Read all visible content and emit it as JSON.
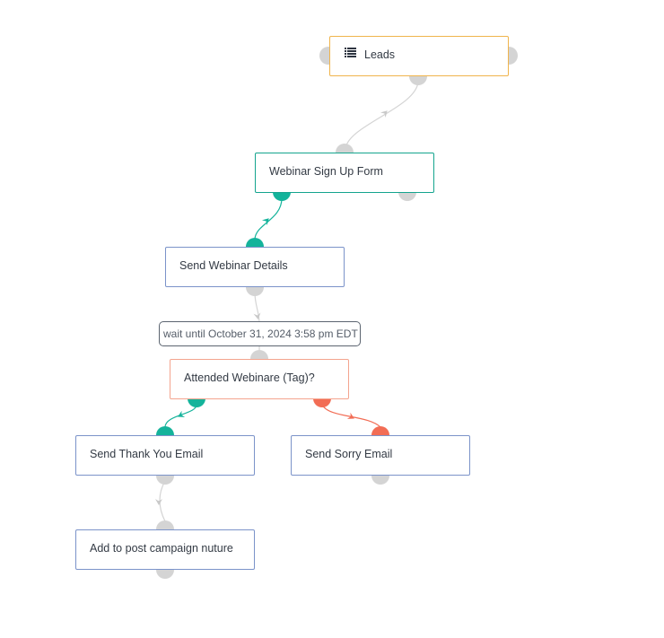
{
  "diagram": {
    "nodes": {
      "leads": {
        "label": "Leads",
        "icon": "list-icon"
      },
      "webinar_signup": {
        "label": "Webinar Sign Up Form"
      },
      "send_details": {
        "label": "Send Webinar Details"
      },
      "wait": {
        "label": "wait until October 31, 2024 3:58 pm EDT"
      },
      "attended": {
        "label": "Attended Webinare (Tag)?"
      },
      "thank_you": {
        "label": "Send Thank You Email"
      },
      "sorry": {
        "label": "Send Sorry Email"
      },
      "post_campaign": {
        "label": "Add to post campaign nuture"
      }
    },
    "edges": [
      {
        "from": "leads",
        "to": "webinar_signup"
      },
      {
        "from": "webinar_signup",
        "to": "send_details"
      },
      {
        "from": "send_details",
        "to": "wait"
      },
      {
        "from": "wait",
        "to": "attended"
      },
      {
        "from": "attended",
        "to": "thank_you"
      },
      {
        "from": "attended",
        "to": "sorry"
      },
      {
        "from": "thank_you",
        "to": "post_campaign"
      }
    ]
  },
  "colors": {
    "trigger_border": "#f0b44c",
    "form_border": "#14a48e",
    "action_border": "#7b93c9",
    "condition_border": "#f4a48e",
    "yes_branch": "#14b39b",
    "no_branch": "#f26d55",
    "connector_default": "#d4d4d4",
    "port_default": "#d4d4d4"
  }
}
